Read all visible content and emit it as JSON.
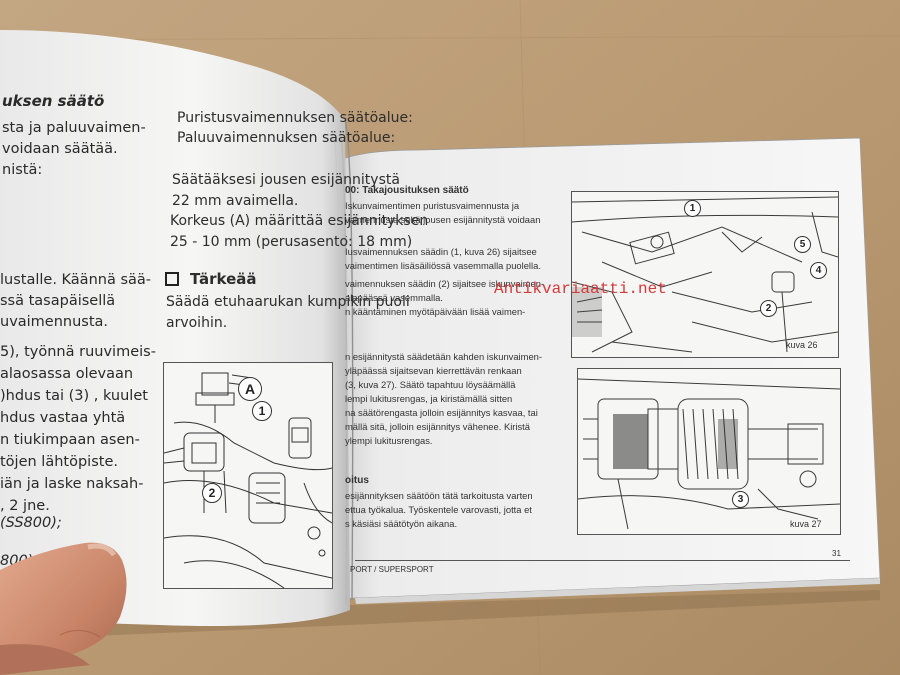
{
  "watermark": "Antikvariaatti.net",
  "left_page": {
    "heading": "uksen säätö",
    "lines": [
      "sta ja paluuvaimen-",
      "voidaan säätää.",
      "nistä:",
      "lustalle. Käännä sää-",
      "ssä tasapäisellä",
      "uvaimennusta.",
      "5), työnnä ruuvimeis-",
      "alaosassa olevaan",
      ")hdus tai (3) , kuulet",
      "hdus vastaa yhtä",
      "n tiukimpaan asen-",
      "töjen lähtöpiste.",
      "iän ja laske naksah-",
      ", 2 jne.",
      "(SS800);",
      "800);"
    ]
  },
  "middle_page": {
    "lines": [
      "Puristusvaimennuksen säätöalue:",
      "Paluuvaimennuksen säätöalue:",
      "Säätääksesi jousen esijännitystä",
      "22 mm avaimella.",
      "Korkeus (A) määrittää esijännityksen",
      "25 - 10 mm (perusasento: 18 mm)"
    ],
    "important_title": "Tärkeää",
    "important_lines": [
      "Säädä etuhaarukan kumpikin puoli",
      "arvoihin."
    ],
    "figure_callouts": [
      "A",
      "1",
      "2"
    ]
  },
  "right_page": {
    "heading": "00: Takajousituksen säätö",
    "para1": [
      "Iskunvaimentimen puristusvaimennusta ja",
      "vaimennusta sekä jousen esijännitystä voidaan",
      "."
    ],
    "para2": [
      "Iusvaimennuksen säädin (1, kuva 26) sijaitsee",
      "vaimentimen lisäsäiliössä vasemmalla puolella."
    ],
    "para3": [
      "vaimennuksen säädin (2) sijaitsee iskunvaimen-",
      "alapäässä vasemmalla.",
      "n kääntäminen myötäpäivään lisää vaimen-"
    ],
    "para4": [
      "n esijännitystä säädetään kahden iskunvaimen-",
      "yläpäässä sijaitsevan kierrettävän renkaan",
      "(3, kuva 27). Säätö tapahtuu löysäämällä",
      "lempi lukitusrengas, ja kiristämällä sitten",
      "na säätörengasta jolloin esijännitys kasvaa, tai",
      "mällä sitä, jolloin esijännitys vähenee. Kiristä",
      "ylempi lukitusrengas."
    ],
    "warning_heading": "oitus",
    "warning_lines": [
      "esijännityksen säätöön tätä tarkoitusta varten",
      "ettua työkalua. Työskentele varovasti, jotta et",
      "s käsiäsi säätötyön aikana."
    ],
    "figure26": {
      "caption": "kuva 26",
      "callouts": [
        "1",
        "2",
        "4",
        "5"
      ]
    },
    "figure27": {
      "caption": "kuva 27",
      "callouts": [
        "3"
      ]
    },
    "footer": "PORT / SUPERSPORT",
    "page_number": "31"
  }
}
